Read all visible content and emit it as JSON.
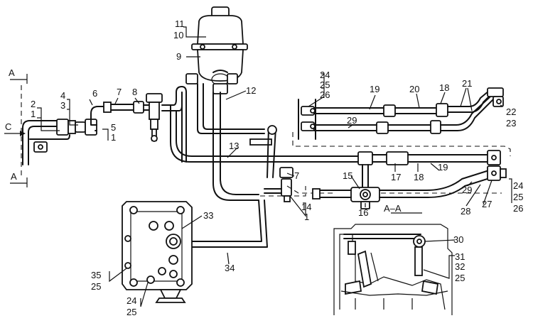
{
  "labels": {
    "l1a": "1",
    "l2": "2",
    "l3": "3",
    "l4": "4",
    "l5": "5",
    "l1b": "1",
    "l6": "6",
    "l7a": "7",
    "l8": "8",
    "l9": "9",
    "l10": "10",
    "l11": "11",
    "l12": "12",
    "l13": "13",
    "l7b": "7",
    "l14": "14",
    "l1c": "1",
    "l15": "15",
    "l16": "16",
    "l17": "17",
    "l18a": "18",
    "l19a": "19",
    "l18b": "18",
    "l19b": "19",
    "l20": "20",
    "l21": "21",
    "l22": "22",
    "l23": "23",
    "l24a": "24",
    "l25a": "25",
    "l26a": "26",
    "l29a": "29",
    "l29b": "29",
    "l28": "28",
    "l27": "27",
    "l24b": "24",
    "l25b": "25",
    "l26b": "26",
    "l30": "30",
    "l31": "31",
    "l32": "32",
    "l25c": "25",
    "l33": "33",
    "l34": "34",
    "l35": "35",
    "l25d": "25",
    "l24c": "24",
    "l25e": "25"
  },
  "section_marks": {
    "a_top": "A",
    "a_bottom": "A",
    "c_arrow": "C",
    "section_aa": "A–A"
  }
}
